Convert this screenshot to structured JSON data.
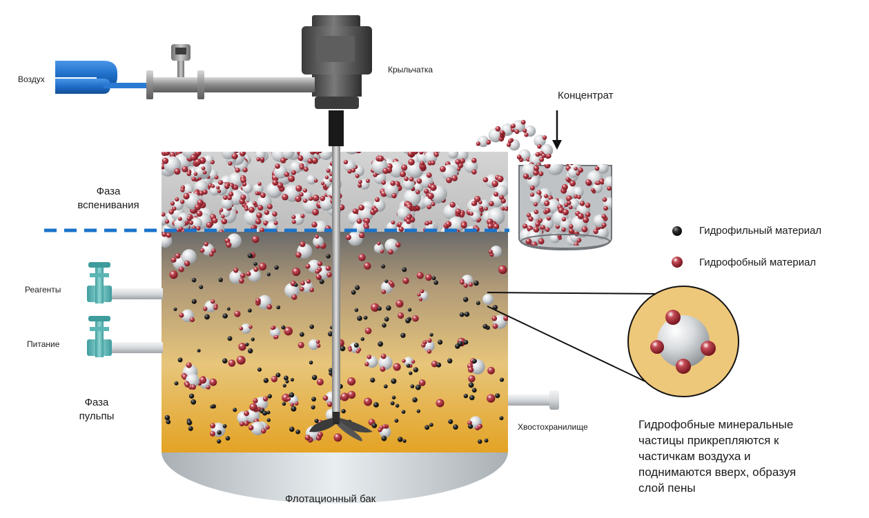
{
  "labels": {
    "air": "Воздух",
    "impeller": "Крыльчатка",
    "concentrate": "Концентрат",
    "froth_phase": "Фаза вспенивания",
    "reagents": "Реагенты",
    "feed": "Питание",
    "pulp_phase": "Фаза пульпы",
    "tailings": "Хвостохранилище",
    "tank": "Флотационный бак"
  },
  "legend": {
    "hydrophilic": "Гидрофильный материал",
    "hydrophobic": "Гидрофобный материал"
  },
  "description": "Гидрофобные минеральные частицы прикрепляются к частичкам воздуха и поднимаются вверх, образуя слой пены",
  "colors": {
    "pipe_blue": "#1f6fc9",
    "dashed_line": "#1a73c9",
    "hydrophobic_red": "#8c1a24",
    "hydrophilic_black": "#1b1b1b",
    "pulp_top": "#6e6e6e",
    "pulp_bottom": "#e8a21f",
    "froth_base": "#c8c8c8",
    "detail_fill": "#eec87a"
  }
}
